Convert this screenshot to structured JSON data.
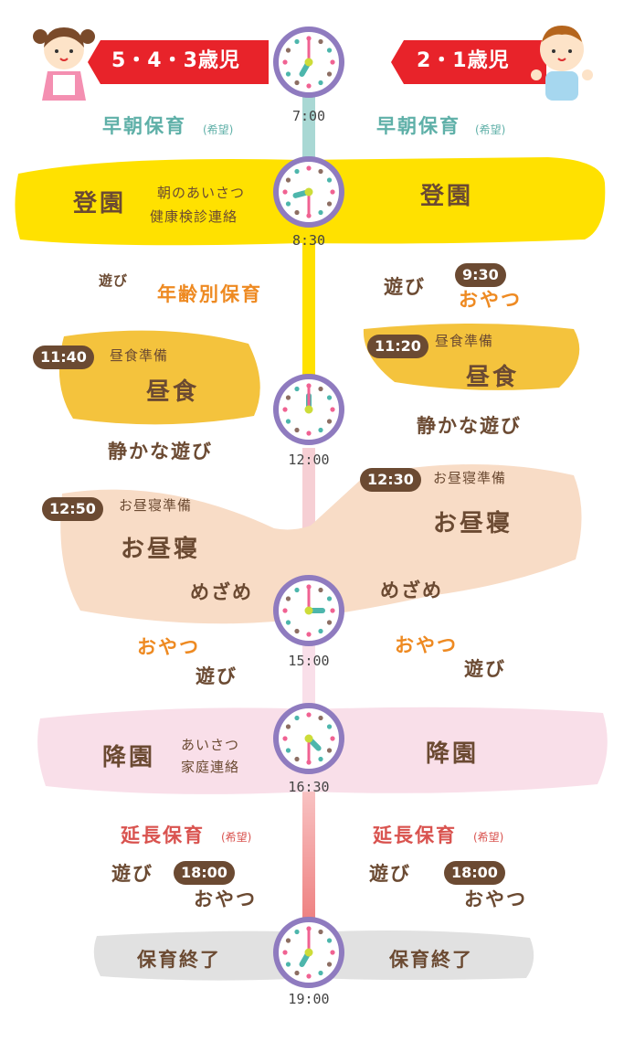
{
  "colors": {
    "early": "#a9d8d4",
    "arrival": "#ffe100",
    "morning": "#ffe100",
    "lunch": "#f4c33d",
    "nap": "#f8dcc6",
    "pm": "#f8dcc6",
    "departure": "#f9dfe9",
    "extended": "#f39a9a",
    "end": "#e1e1e1",
    "flag": "#e8232a",
    "clock_ring": "#8f7bbf"
  },
  "headers": {
    "left": "5・4・3歳児",
    "right": "2・1歳児"
  },
  "times": [
    "7:00",
    "8:30",
    "12:00",
    "15:00",
    "16:30",
    "19:00"
  ],
  "left": {
    "early": "早朝保育",
    "early_note": "(希望)",
    "arrival": "登園",
    "arrival_note1": "朝のあいさつ",
    "arrival_note2": "健康検診連絡",
    "play": "遊び",
    "age_care": "年齢別保育",
    "lunch_time": "11:40",
    "lunch_prep": "昼食準備",
    "lunch": "昼食",
    "quiet_play": "静かな遊び",
    "nap_time": "12:50",
    "nap_prep": "お昼寝準備",
    "nap": "お昼寝",
    "wake": "めざめ",
    "snack": "おやつ",
    "play2": "遊び",
    "departure": "降園",
    "dep_note1": "あいさつ",
    "dep_note2": "家庭連絡",
    "extended": "延長保育",
    "extended_note": "(希望)",
    "play3": "遊び",
    "snack_time": "18:00",
    "snack2": "おやつ",
    "end": "保育終了"
  },
  "right": {
    "early": "早朝保育",
    "early_note": "(希望)",
    "arrival": "登園",
    "play": "遊び",
    "snack_time": "9:30",
    "snack": "おやつ",
    "lunch_time": "11:20",
    "lunch_prep": "昼食準備",
    "lunch": "昼食",
    "quiet_play": "静かな遊び",
    "nap_time": "12:30",
    "nap_prep": "お昼寝準備",
    "nap": "お昼寝",
    "wake": "めざめ",
    "snack2": "おやつ",
    "play2": "遊び",
    "departure": "降園",
    "extended": "延長保育",
    "extended_note": "(希望)",
    "play3": "遊び",
    "snack_time2": "18:00",
    "snack3": "おやつ",
    "end": "保育終了"
  }
}
